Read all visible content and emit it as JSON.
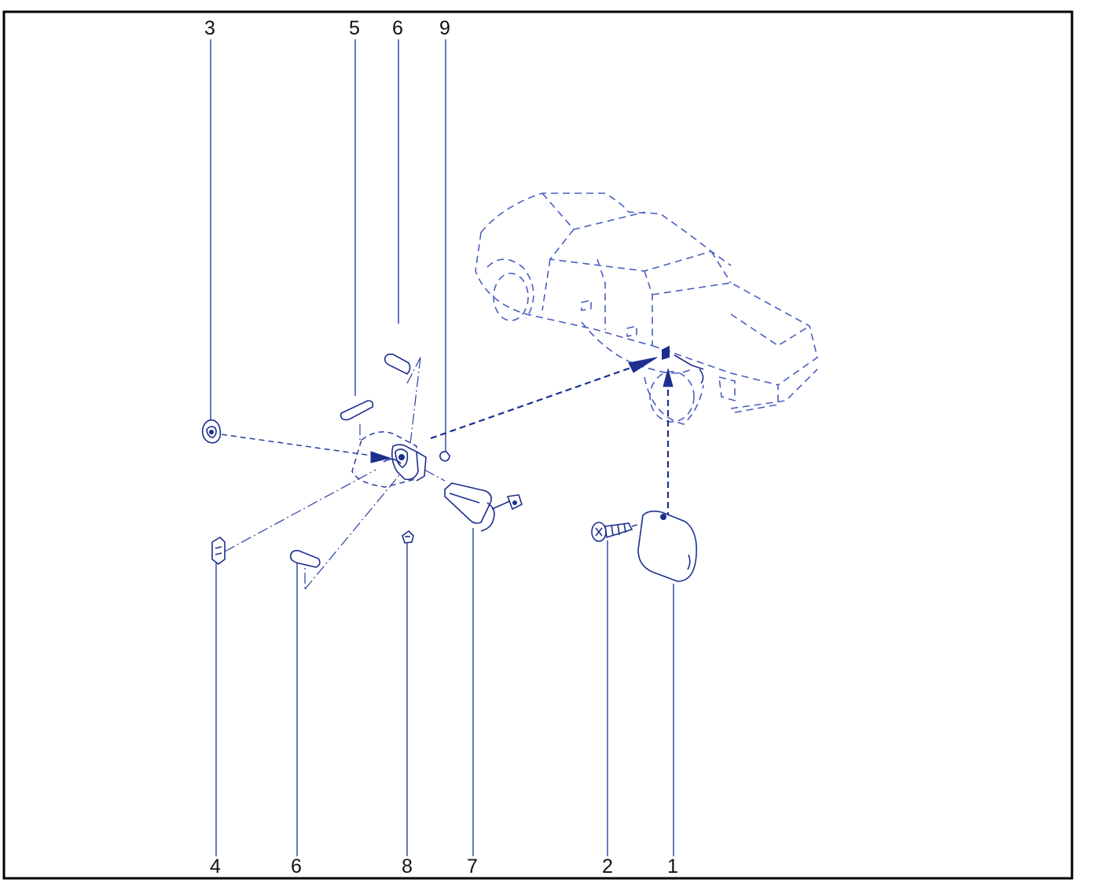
{
  "diagram": {
    "callouts": {
      "c1": "1",
      "c2": "2",
      "c3": "3",
      "c4": "4",
      "c5": "5",
      "c6a": "6",
      "c6b": "6",
      "c7": "7",
      "c8": "8",
      "c9": "9"
    },
    "colors": {
      "line": "#1c2f8f",
      "frame": "#000000",
      "label": "#111111"
    }
  }
}
